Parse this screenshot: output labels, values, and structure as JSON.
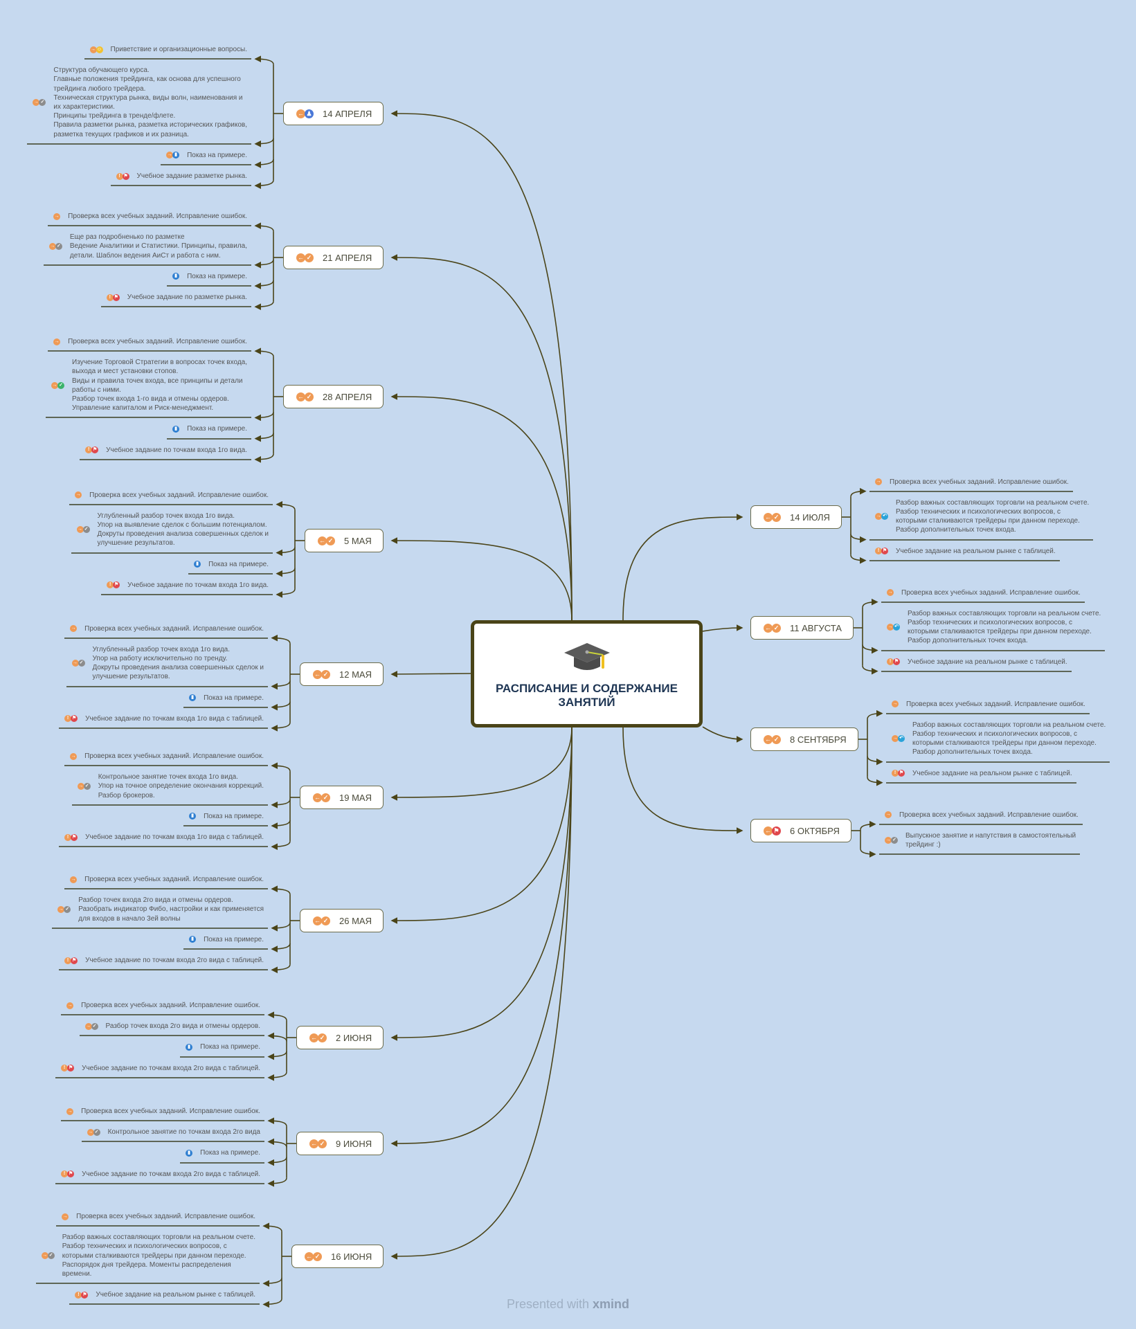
{
  "center": {
    "title": "РАСПИСАНИЕ И СОДЕРЖАНИЕ ЗАНЯТИЙ",
    "icon": "graduation-cap-icon"
  },
  "colors": {
    "background": "#c6d9ef",
    "line": "#4a4418",
    "title": "#1e3553",
    "orange": "#ef9a55",
    "blue": "#2f7fd1",
    "red": "#e0474c",
    "green": "#3bb36a",
    "gray": "#8c8c8c",
    "yellow": "#f2c230",
    "cyan": "#2aa3d9"
  },
  "sessions": [
    {
      "date": "14 АПРЕЛЯ",
      "side": "left",
      "icons": [
        "arrow-left",
        "people"
      ],
      "items": [
        {
          "icons": [
            "arrow-right",
            "smiley"
          ],
          "text": "Приветствие и организационные вопросы."
        },
        {
          "icons": [
            "arrow-right",
            "progress"
          ],
          "text": "Структура обучающего курса.\nГлавные положения трейдинга, как основа для успешного\nтрейдинга любого трейдера.\nТехническая структура рынка, виды волн, наименования и\nих характеристики.\nПринципы трейдинга в тренде/флете.\nПравила разметки рынка, разметка исторических графиков,\nразметка текущих графиков и их разница."
        },
        {
          "icons": [
            "arrow-right",
            "chart"
          ],
          "text": "Показ на примере."
        },
        {
          "icons": [
            "info",
            "flag"
          ],
          "text": "Учебное задание разметке рынка."
        }
      ]
    },
    {
      "date": "21 АПРЕЛЯ",
      "side": "left",
      "icons": [
        "arrow-left",
        "check-orange"
      ],
      "items": [
        {
          "icons": [
            "arrow-right"
          ],
          "text": "Проверка всех учебных заданий. Исправление ошибок."
        },
        {
          "icons": [
            "arrow-right",
            "progress"
          ],
          "text": "Еще раз подробненько по разметке\nВедение Аналитики и Статистики. Принципы, правила,\nдетали. Шаблон ведения АиСт и работа с ним."
        },
        {
          "icons": [
            "chart"
          ],
          "text": "Показ на примере."
        },
        {
          "icons": [
            "info",
            "flag"
          ],
          "text": "Учебное задание по разметке рынка."
        }
      ]
    },
    {
      "date": "28 АПРЕЛЯ",
      "side": "left",
      "icons": [
        "arrow-left",
        "check-orange"
      ],
      "items": [
        {
          "icons": [
            "arrow-right"
          ],
          "text": "Проверка всех учебных заданий. Исправление ошибок."
        },
        {
          "icons": [
            "arrow-right",
            "check-green"
          ],
          "text": "Изучение Торговой Стратегии в вопросах точек входа,\nвыхода и мест установки стопов.\nВиды и правила точек входа, все принципы и детали\nработы с ними.\nРазбор точек входа 1-го вида и отмены ордеров.\nУправление капиталом и Риск-менеджмент."
        },
        {
          "icons": [
            "chart"
          ],
          "text": "Показ на примере."
        },
        {
          "icons": [
            "info",
            "flag"
          ],
          "text": "Учебное задание по точкам входа 1го вида."
        }
      ]
    },
    {
      "date": "5 МАЯ",
      "side": "left",
      "icons": [
        "arrow-left",
        "check-orange"
      ],
      "items": [
        {
          "icons": [
            "arrow-right"
          ],
          "text": "Проверка всех учебных заданий. Исправление ошибок."
        },
        {
          "icons": [
            "arrow-right",
            "progress"
          ],
          "text": "Углубленный разбор точек входа 1го вида.\nУпор на выявление сделок с большим потенциалом.\nДокруты проведения анализа совершенных сделок и\nулучшение результатов."
        },
        {
          "icons": [
            "chart"
          ],
          "text": "Показ на примере."
        },
        {
          "icons": [
            "info",
            "flag"
          ],
          "text": "Учебное задание по точкам входа 1го вида."
        }
      ]
    },
    {
      "date": "12 МАЯ",
      "side": "left",
      "icons": [
        "arrow-left",
        "check-orange"
      ],
      "items": [
        {
          "icons": [
            "arrow-right"
          ],
          "text": "Проверка всех учебных заданий. Исправление ошибок."
        },
        {
          "icons": [
            "arrow-right",
            "progress"
          ],
          "text": "Углубленный разбор точек входа 1го вида.\nУпор на работу исключительно по тренду.\nДокруты проведения анализа совершенных сделок и\nулучшение результатов."
        },
        {
          "icons": [
            "chart"
          ],
          "text": "Показ на примере."
        },
        {
          "icons": [
            "info",
            "flag"
          ],
          "text": "Учебное задание по точкам входа 1го вида с таблицей."
        }
      ]
    },
    {
      "date": "19 МАЯ",
      "side": "left",
      "icons": [
        "arrow-left",
        "check-orange"
      ],
      "items": [
        {
          "icons": [
            "arrow-right"
          ],
          "text": "Проверка всех учебных заданий. Исправление ошибок."
        },
        {
          "icons": [
            "arrow-right",
            "progress"
          ],
          "text": "Контрольное занятие точек входа 1го вида.\nУпор на точное определение окончания коррекций.\nРазбор брокеров."
        },
        {
          "icons": [
            "chart"
          ],
          "text": "Показ на примере."
        },
        {
          "icons": [
            "info",
            "flag"
          ],
          "text": "Учебное задание по точкам входа 1го вида с таблицей."
        }
      ]
    },
    {
      "date": "26 МАЯ",
      "side": "left",
      "icons": [
        "arrow-left",
        "check-orange"
      ],
      "items": [
        {
          "icons": [
            "arrow-right"
          ],
          "text": "Проверка всех учебных заданий. Исправление ошибок."
        },
        {
          "icons": [
            "arrow-right",
            "progress"
          ],
          "text": "Разбор точек входа 2го вида и отмены ордеров.\nРазобрать индикатор Фибо, настройки и как применяется\nдля входов в начало 3ей волны"
        },
        {
          "icons": [
            "chart"
          ],
          "text": "Показ на примере."
        },
        {
          "icons": [
            "info",
            "flag"
          ],
          "text": "Учебное задание по точкам входа 2го вида с таблицей."
        }
      ]
    },
    {
      "date": "2 ИЮНЯ",
      "side": "left",
      "icons": [
        "arrow-left",
        "check-orange"
      ],
      "items": [
        {
          "icons": [
            "arrow-right"
          ],
          "text": "Проверка всех учебных заданий. Исправление ошибок."
        },
        {
          "icons": [
            "arrow-right",
            "progress"
          ],
          "text": "Разбор точек входа 2го вида и отмены ордеров."
        },
        {
          "icons": [
            "chart"
          ],
          "text": "Показ на примере."
        },
        {
          "icons": [
            "info",
            "flag"
          ],
          "text": "Учебное задание по точкам входа 2го вида с таблицей."
        }
      ]
    },
    {
      "date": "9 ИЮНЯ",
      "side": "left",
      "icons": [
        "arrow-left",
        "check-orange"
      ],
      "items": [
        {
          "icons": [
            "arrow-right"
          ],
          "text": "Проверка всех учебных заданий. Исправление ошибок."
        },
        {
          "icons": [
            "arrow-right",
            "progress"
          ],
          "text": "Контрольное занятие по точкам входа 2го вида"
        },
        {
          "icons": [
            "chart"
          ],
          "text": "Показ на примере."
        },
        {
          "icons": [
            "info",
            "flag"
          ],
          "text": "Учебное задание по точкам входа 2го вида с таблицей."
        }
      ]
    },
    {
      "date": "16 ИЮНЯ",
      "side": "left",
      "icons": [
        "arrow-left",
        "check-orange"
      ],
      "items": [
        {
          "icons": [
            "arrow-right"
          ],
          "text": "Проверка всех учебных заданий. Исправление ошибок."
        },
        {
          "icons": [
            "arrow-right",
            "progress"
          ],
          "text": "Разбор важных составляющих торговли на реальном счете.\nРазбор технических и психологических вопросов, с\nкоторыми сталкиваются трейдеры при данном переходе.\nРаспорядок дня трейдера. Моменты распределения\nвремени."
        },
        {
          "icons": [
            "info",
            "flag"
          ],
          "text": "Учебное задание на реальном рынке с таблицей."
        }
      ]
    },
    {
      "date": "14 ИЮЛЯ",
      "side": "right",
      "icons": [
        "arrow-left",
        "check-orange"
      ],
      "items": [
        {
          "icons": [
            "arrow-right"
          ],
          "text": "Проверка всех учебных заданий. Исправление ошибок."
        },
        {
          "icons": [
            "arrow-right",
            "undo"
          ],
          "text": "Разбор важных составляющих торговли на реальном счете.\nРазбор технических и психологических вопросов, с\nкоторыми сталкиваются трейдеры при данном переходе.\nРазбор дополнительных точек входа."
        },
        {
          "icons": [
            "info",
            "flag"
          ],
          "text": "Учебное задание на реальном рынке с таблицей."
        }
      ]
    },
    {
      "date": "11 АВГУСТА",
      "side": "right",
      "icons": [
        "arrow-left",
        "check-orange"
      ],
      "items": [
        {
          "icons": [
            "arrow-right"
          ],
          "text": "Проверка всех учебных заданий. Исправление ошибок."
        },
        {
          "icons": [
            "arrow-right",
            "undo"
          ],
          "text": "Разбор важных составляющих торговли на реальном счете.\nРазбор технических и психологических вопросов, с\nкоторыми сталкиваются трейдеры при данном переходе.\nРазбор дополнительных точек входа."
        },
        {
          "icons": [
            "info",
            "flag"
          ],
          "text": "Учебное задание на реальном рынке с таблицей."
        }
      ]
    },
    {
      "date": "8 СЕНТЯБРЯ",
      "side": "right",
      "icons": [
        "arrow-left",
        "check-orange"
      ],
      "items": [
        {
          "icons": [
            "arrow-right"
          ],
          "text": "Проверка всех учебных заданий. Исправление ошибок."
        },
        {
          "icons": [
            "arrow-right",
            "undo"
          ],
          "text": "Разбор важных составляющих торговли на реальном счете.\nРазбор технических и психологических вопросов, с\nкоторыми сталкиваются трейдеры при данном переходе.\nРазбор дополнительных точек входа."
        },
        {
          "icons": [
            "info",
            "flag"
          ],
          "text": "Учебное задание на реальном рынке с таблицей."
        }
      ]
    },
    {
      "date": "6 ОКТЯБРЯ",
      "side": "right",
      "icons": [
        "arrow-left",
        "flag"
      ],
      "items": [
        {
          "icons": [
            "arrow-right"
          ],
          "text": "Проверка всех учебных заданий. Исправление ошибок."
        },
        {
          "icons": [
            "arrow-right",
            "progress"
          ],
          "text": "Выпускное занятие и напутствия в самостоятельный\nтрейдинг :)"
        }
      ]
    }
  ],
  "watermark": {
    "prefix": "Presented with",
    "brand": "xmind"
  }
}
